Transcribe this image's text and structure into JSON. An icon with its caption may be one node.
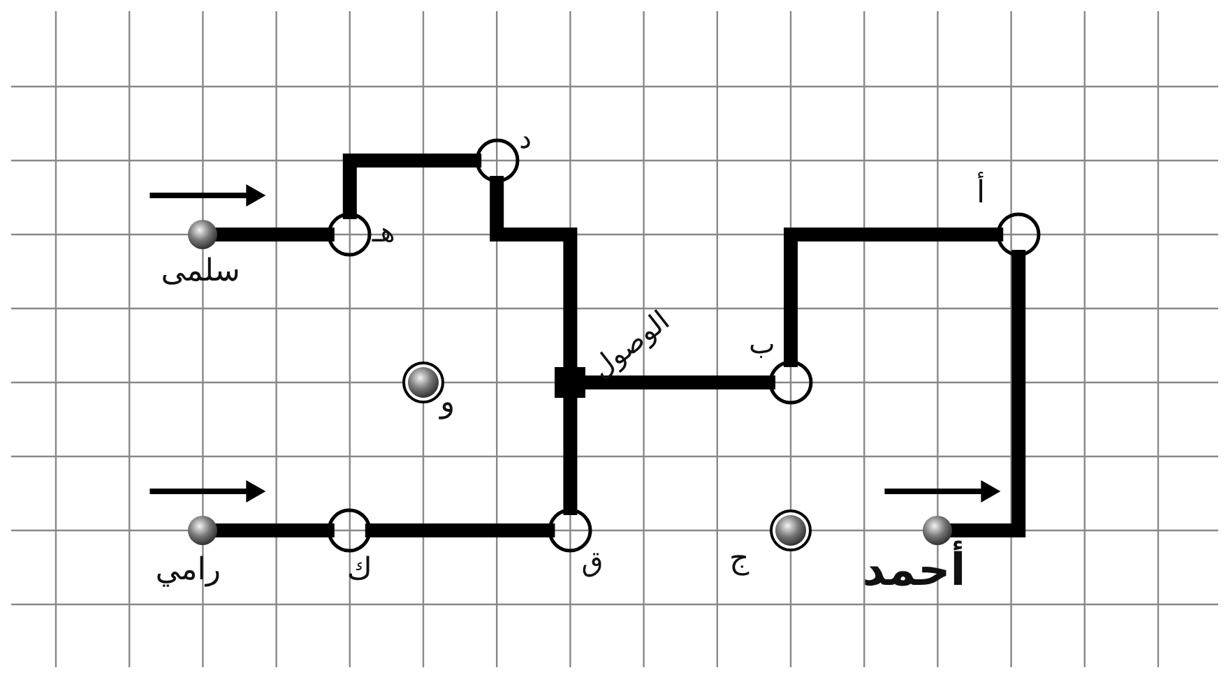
{
  "diagram": {
    "nodes": [
      {
        "text": [
          "سلمى"
        ]
      },
      {
        "text": [
          "هـ"
        ]
      },
      {
        "text": [
          "د"
        ]
      },
      {
        "text": [
          "أ"
        ]
      },
      {
        "text": [
          "الوصول"
        ]
      },
      {
        "text": [
          "و"
        ]
      },
      {
        "text": [
          "ب"
        ]
      },
      {
        "text": [
          "رامي"
        ]
      },
      {
        "text": [
          "ك"
        ]
      },
      {
        "text": [
          "ق"
        ]
      },
      {
        "text": [
          "ج"
        ]
      },
      {
        "text": [
          "أحمد"
        ]
      }
    ],
    "edges": [
      {
        "from": 0,
        "to": 1,
        "arrow": "none"
      },
      {
        "from": 1,
        "to": 2,
        "arrow": "none"
      },
      {
        "from": 2,
        "to": 4,
        "arrow": "none"
      },
      {
        "from": 7,
        "to": 8,
        "arrow": "none"
      },
      {
        "from": 8,
        "to": 9,
        "arrow": "none"
      },
      {
        "from": 9,
        "to": 4,
        "arrow": "none"
      },
      {
        "from": 11,
        "to": 3,
        "arrow": "none"
      },
      {
        "from": 3,
        "to": 6,
        "arrow": "none"
      },
      {
        "from": 6,
        "to": 4,
        "arrow": "none"
      }
    ]
  }
}
